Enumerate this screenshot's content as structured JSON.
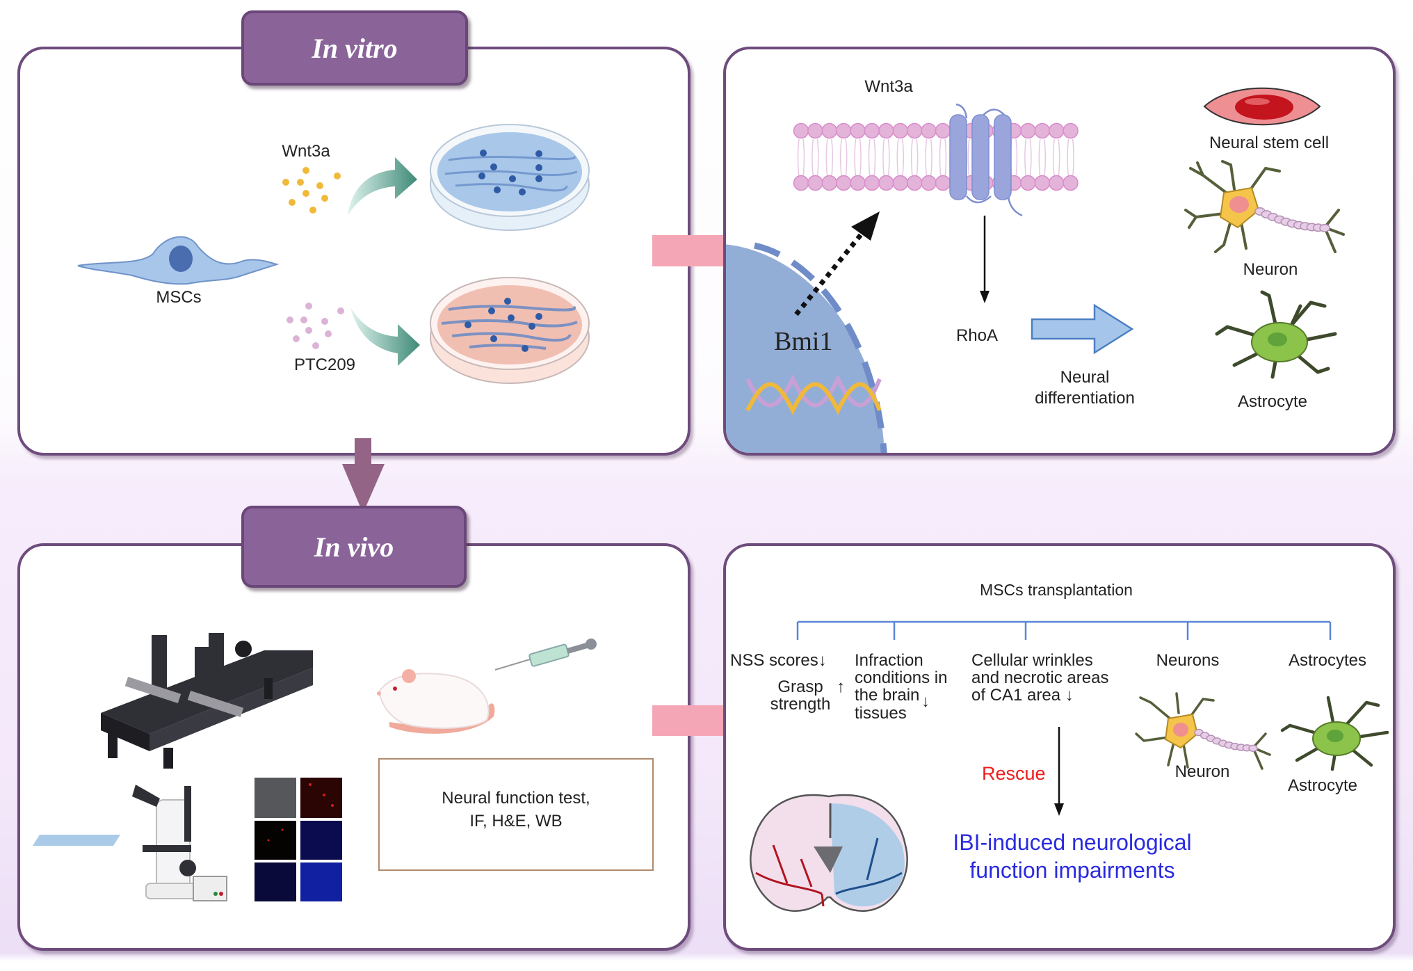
{
  "colors": {
    "panel_border": "#6e4c7c",
    "tab_fill": "#8a6499",
    "flow_arrow_pink": "#f4a6b6",
    "down_arrow": "#936486",
    "nucleus_blue": "#93aed6",
    "bracket_blue": "#5b86d6",
    "rescue_red": "#ee1c1c",
    "outcome_blue": "#2a2ae0"
  },
  "in_vitro": {
    "title": "In vitro",
    "cell_label": "MSCs",
    "treatment_1": "Wnt3a",
    "treatment_2": "PTC209"
  },
  "mechanism": {
    "ligand_label": "Wnt3a",
    "gene_label": "Bmi1",
    "downstream_label": "RhoA",
    "process_label_line1": "Neural",
    "process_label_line2": "differentiation",
    "outcomes": [
      {
        "label": "Neural stem cell"
      },
      {
        "label": "Neuron"
      },
      {
        "label": "Astrocyte"
      }
    ]
  },
  "in_vivo": {
    "title": "In vivo",
    "methods_line1": "Neural function test,",
    "methods_line2": "IF, H&E, WB"
  },
  "results": {
    "header": "MSCs transplantation",
    "branches": [
      {
        "lines": [
          "NSS scores"
        ],
        "arrow": "↓"
      },
      {
        "lines": [
          "Infraction",
          "conditions in",
          "the brain",
          "tissues"
        ],
        "arrow": "↓"
      },
      {
        "lines": [
          "Cellular wrinkles",
          "and necrotic areas",
          "of CA1 area"
        ],
        "arrow": "↓"
      },
      {
        "lines": [
          "Neurons"
        ]
      },
      {
        "lines": [
          "Astrocytes"
        ]
      }
    ],
    "grasp": {
      "lines": [
        "Grasp",
        "strength"
      ],
      "arrow": "↑"
    },
    "neuron_label": "Neuron",
    "astrocyte_label": "Astrocyte",
    "rescue_label": "Rescue",
    "outcome_line1": "IBI-induced neurological",
    "outcome_line2": "function impairments"
  }
}
